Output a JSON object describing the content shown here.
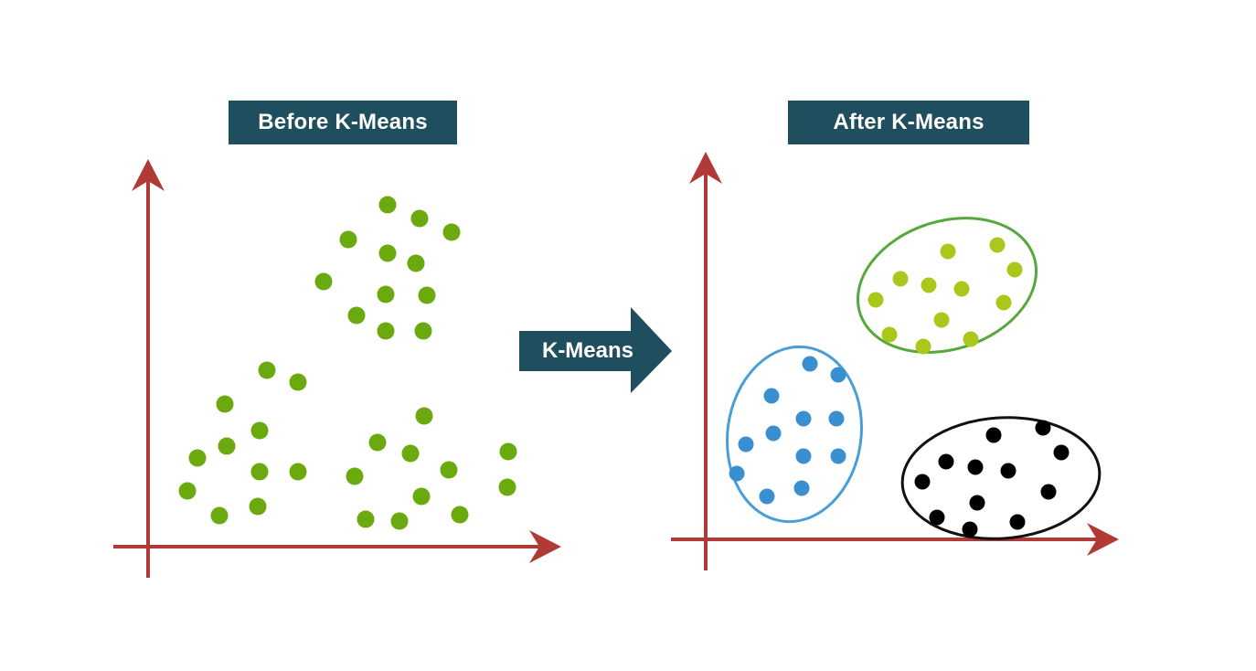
{
  "colors": {
    "axis": "#b03a36",
    "label_bg": "#1f4e5f",
    "label_text": "#ffffff",
    "before_points": "#6aaa0f",
    "cluster_green": "#a8c81c",
    "cluster_green_outline": "#56a83c",
    "cluster_blue": "#3a8fd0",
    "cluster_blue_outline": "#4a9ed6",
    "cluster_black": "#000000",
    "cluster_black_outline": "#111111"
  },
  "before": {
    "label": "Before K-Means"
  },
  "after": {
    "label": "After K-Means"
  },
  "process_arrow": {
    "label": "K-Means"
  }
}
